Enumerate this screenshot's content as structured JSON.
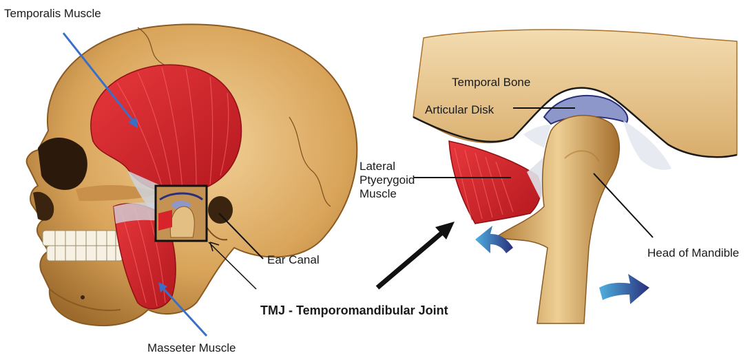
{
  "labels": {
    "temporalis": "Temporalis Muscle",
    "masseter": "Masseter Muscle",
    "ear_canal": "Ear Canal",
    "tmj": "TMJ - Temporomandibular Joint",
    "temporal_bone": "Temporal Bone",
    "articular_disk": "Articular Disk",
    "lateral_pterygoid_line1": "Lateral",
    "lateral_pterygoid_line2": "Ptyerygoid",
    "lateral_pterygoid_line3": "Muscle",
    "head_of_mandible": "Head of Mandible"
  },
  "colors": {
    "bone": "#d9a45a",
    "bone_light": "#ecc98a",
    "bone_dark": "#a8712c",
    "muscle": "#d8232a",
    "muscle_dark": "#a5151b",
    "disk": "#8d97c9",
    "leader_blue": "#3a6fc9",
    "arrow_navy": "#2a2f7a",
    "arrow_cyan": "#4fb0e0"
  }
}
